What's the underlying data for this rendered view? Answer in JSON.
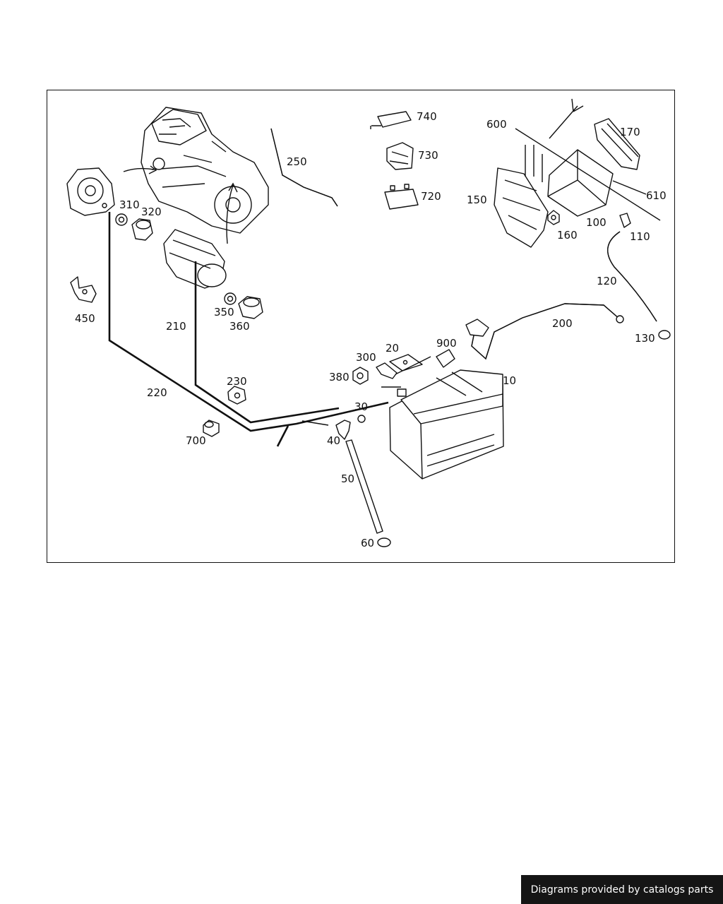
{
  "diagram": {
    "callouts": {
      "p10": "10",
      "p20": "20",
      "p30": "30",
      "p40": "40",
      "p50": "50",
      "p60": "60",
      "p100": "100",
      "p110": "110",
      "p120": "120",
      "p130": "130",
      "p150": "150",
      "p160": "160",
      "p170": "170",
      "p200": "200",
      "p210": "210",
      "p220": "220",
      "p230": "230",
      "p250": "250",
      "p300": "300",
      "p310": "310",
      "p320": "320",
      "p350": "350",
      "p360": "360",
      "p380": "380",
      "p450": "450",
      "p600": "600",
      "p610": "610",
      "p700": "700",
      "p720": "720",
      "p730": "730",
      "p740": "740",
      "p900": "900"
    }
  },
  "footer": {
    "credit": "Diagrams provided by catalogs parts"
  },
  "colors": {
    "ink": "#111111",
    "paper": "#ffffff",
    "credit_bg": "#151515"
  }
}
